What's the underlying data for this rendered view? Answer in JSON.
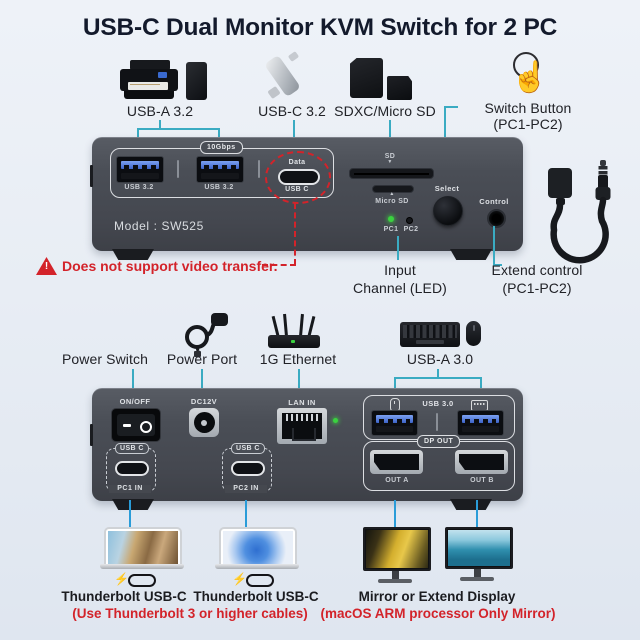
{
  "title": "USB-C Dual Monitor KVM Switch for 2 PC",
  "colors": {
    "teal_line": "#3aabc2",
    "blue_line": "#2a9cd8",
    "red": "#d3232a",
    "device_body": "#4a4e56"
  },
  "legend_top": {
    "usb_a": "USB-A 3.2",
    "usb_c": "USB-C 3.2",
    "sd": "SDXC/Micro SD",
    "switch_line1": "Switch Button",
    "switch_line2": "(PC1-PC2)"
  },
  "front": {
    "speed_badge": "10Gbps",
    "usb1_label": "USB 3.2",
    "usb2_label": "USB 3.2",
    "usbc_top": "Data",
    "usbc_bottom": "USB C",
    "sd_label": "SD",
    "arrow_down": "▼",
    "arrow_up": "▲",
    "micro_sd_label": "Micro SD",
    "led1": "PC1",
    "led2": "PC2",
    "select": "Select",
    "control": "Control",
    "model": "Model : SW525"
  },
  "warning": {
    "icon": "!",
    "text": "Does not support video transfer."
  },
  "mid": {
    "input_line1": "Input",
    "input_line2": "Channel (LED)",
    "extend_line1": "Extend control",
    "extend_line2": "(PC1-PC2)"
  },
  "legend_bottom": {
    "power_switch": "Power Switch",
    "power_port": "Power Port",
    "ethernet": "1G Ethernet",
    "usb_a": "USB-A 3.0"
  },
  "back": {
    "onoff": "ON/OFF",
    "dc": "DC12V",
    "lan": "LAN IN",
    "usb30": "USB 3.0",
    "dp_badge": "DP OUT",
    "out_a": "OUT A",
    "out_b": "OUT B",
    "usbc1_top": "USB C",
    "usbc1_bottom": "PC1 IN",
    "usbc2_top": "USB C",
    "usbc2_bottom": "PC2 IN"
  },
  "bottom": {
    "bolt": "⚡",
    "tb1": "Thunderbolt USB-C",
    "tb2": "Thunderbolt USB-C",
    "tb_note": "(Use Thunderbolt 3 or higher cables)",
    "monitors": "Mirror or Extend Display",
    "monitors_note": "(macOS ARM processor Only Mirror)"
  }
}
